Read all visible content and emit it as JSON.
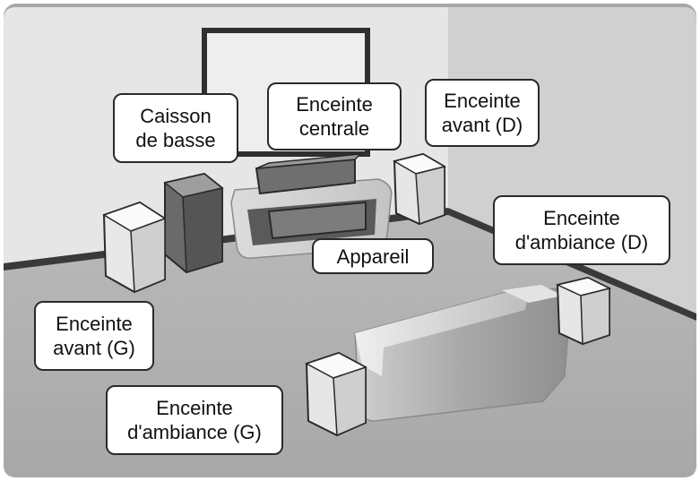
{
  "labels": {
    "subwoofer": {
      "line1": "Caisson",
      "line2": "de basse"
    },
    "center": {
      "line1": "Enceinte",
      "line2": "centrale"
    },
    "front_right": {
      "line1": "Enceinte",
      "line2": "avant (D)"
    },
    "surround_right": {
      "line1": "Enceinte",
      "line2": "d'ambiance (D)"
    },
    "device": {
      "line1": "Appareil"
    },
    "front_left": {
      "line1": "Enceinte",
      "line2": "avant (G)"
    },
    "surround_left": {
      "line1": "Enceinte",
      "line2": "d'ambiance (G)"
    }
  }
}
